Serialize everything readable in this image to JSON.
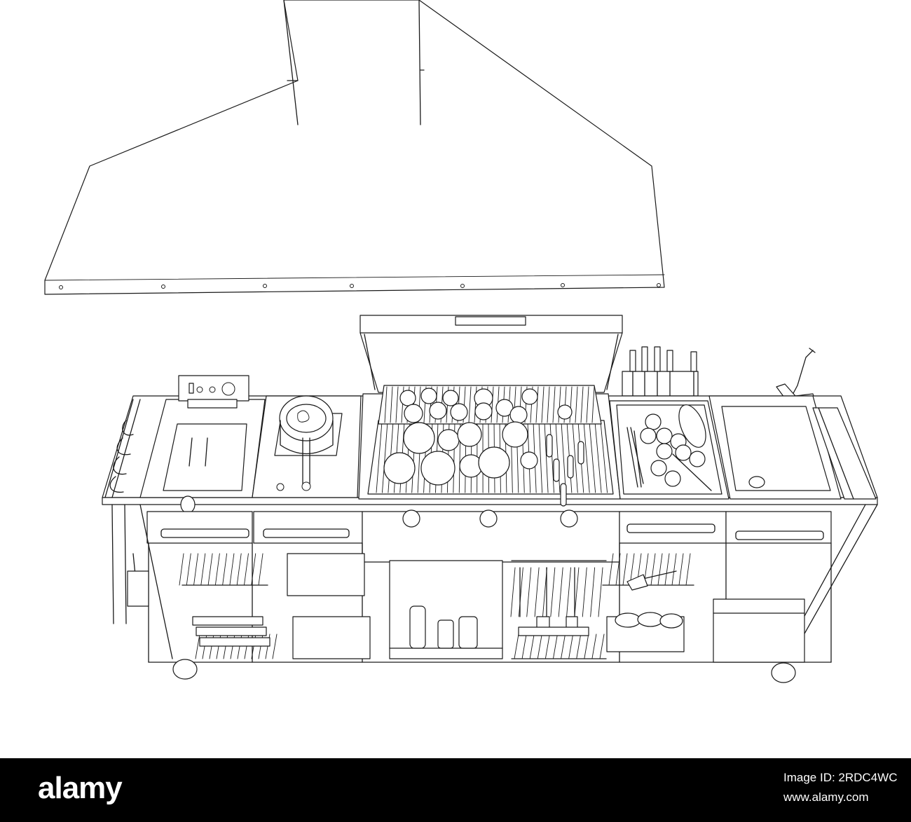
{
  "image": {
    "subject": "outdoor kitchen",
    "style": "black outline drawing on white"
  },
  "footer": {
    "brand": "alamy",
    "image_id": "Image ID: 2RDC4WC",
    "website": "www.alamy.com",
    "background": "#000000",
    "text_color": "#ffffff"
  }
}
